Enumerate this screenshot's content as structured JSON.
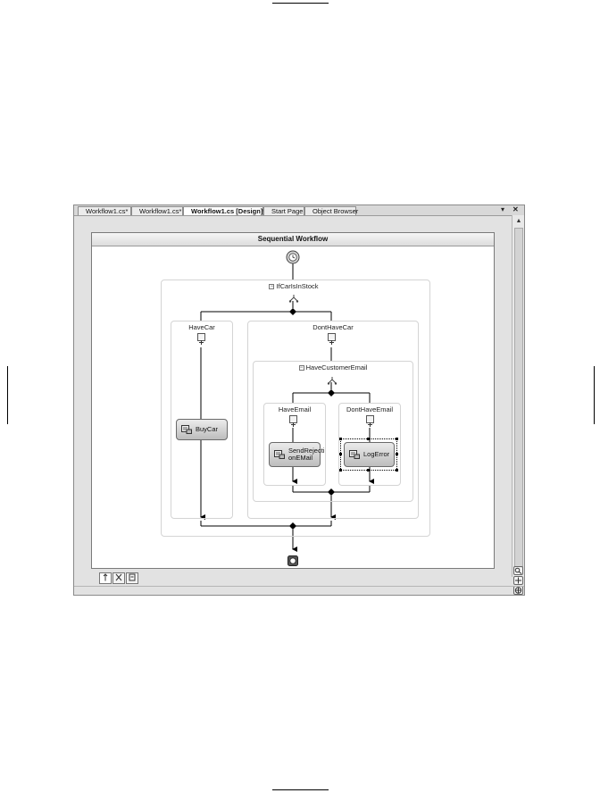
{
  "tabs": [
    {
      "label": "Workflow1.cs*",
      "active": false
    },
    {
      "label": "Workflow1.cs*",
      "active": false
    },
    {
      "label": "Workflow1.cs [Design]*",
      "active": true
    },
    {
      "label": "Start Page",
      "active": false
    },
    {
      "label": "Object Browser",
      "active": false
    }
  ],
  "window_controls": {
    "dropdown": "▾",
    "close": "✕"
  },
  "designer": {
    "title": "Sequential Workflow",
    "ifelse": {
      "name": "IfCarIsInStock",
      "branches": {
        "have_car": {
          "name": "HaveCar",
          "activity": "BuyCar"
        },
        "dont_have_car": {
          "name": "DontHaveCar",
          "inner_ifelse": {
            "name": "HaveCustomerEmail",
            "have_email": {
              "name": "HaveEmail",
              "activity_line1": "SendRejecti",
              "activity_line2": "onEMail"
            },
            "dont_have_email": {
              "name": "DontHaveEmail",
              "activity": "LogError"
            }
          }
        }
      }
    }
  },
  "icons": {
    "start": "clock-icon",
    "end": "stop-icon",
    "activity": "code-activity-icon",
    "ifelse": "branch-icon",
    "collapse": "minus-icon"
  },
  "symbols": {
    "collapse": "−",
    "scroll_up": "▲",
    "scroll_down": "▼"
  },
  "colors": {
    "connector": "#000000",
    "group_border": "#d4d4d4",
    "activity_fill": "#c8c8c8"
  }
}
